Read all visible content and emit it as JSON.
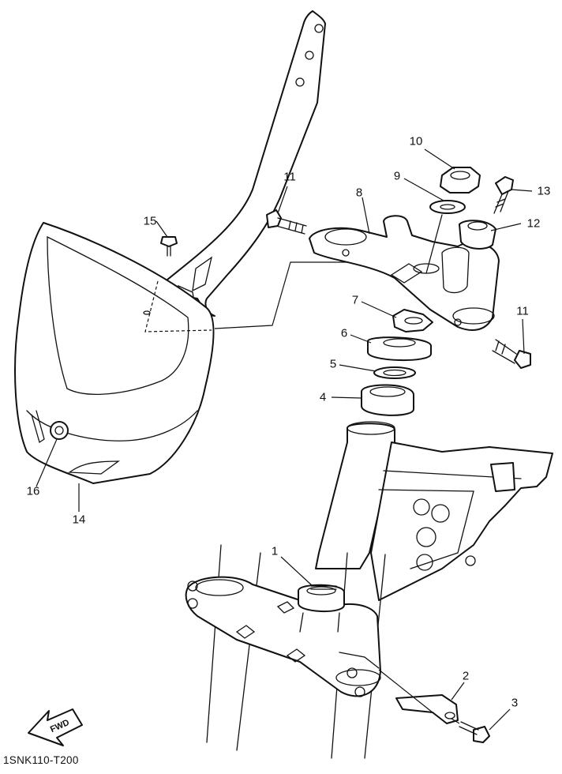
{
  "diagram": {
    "drawing_code": "1SNK110-T200",
    "fwd_label": "FWD",
    "callouts": [
      {
        "id": "1",
        "label": "1"
      },
      {
        "id": "2",
        "label": "2"
      },
      {
        "id": "3",
        "label": "3"
      },
      {
        "id": "4",
        "label": "4"
      },
      {
        "id": "5",
        "label": "5"
      },
      {
        "id": "6",
        "label": "6"
      },
      {
        "id": "7",
        "label": "7"
      },
      {
        "id": "8",
        "label": "8"
      },
      {
        "id": "9",
        "label": "9"
      },
      {
        "id": "10",
        "label": "10"
      },
      {
        "id": "11a",
        "label": "11"
      },
      {
        "id": "11b",
        "label": "11"
      },
      {
        "id": "12",
        "label": "12"
      },
      {
        "id": "13",
        "label": "13"
      },
      {
        "id": "14",
        "label": "14"
      },
      {
        "id": "15",
        "label": "15"
      },
      {
        "id": "16",
        "label": "16"
      }
    ]
  }
}
